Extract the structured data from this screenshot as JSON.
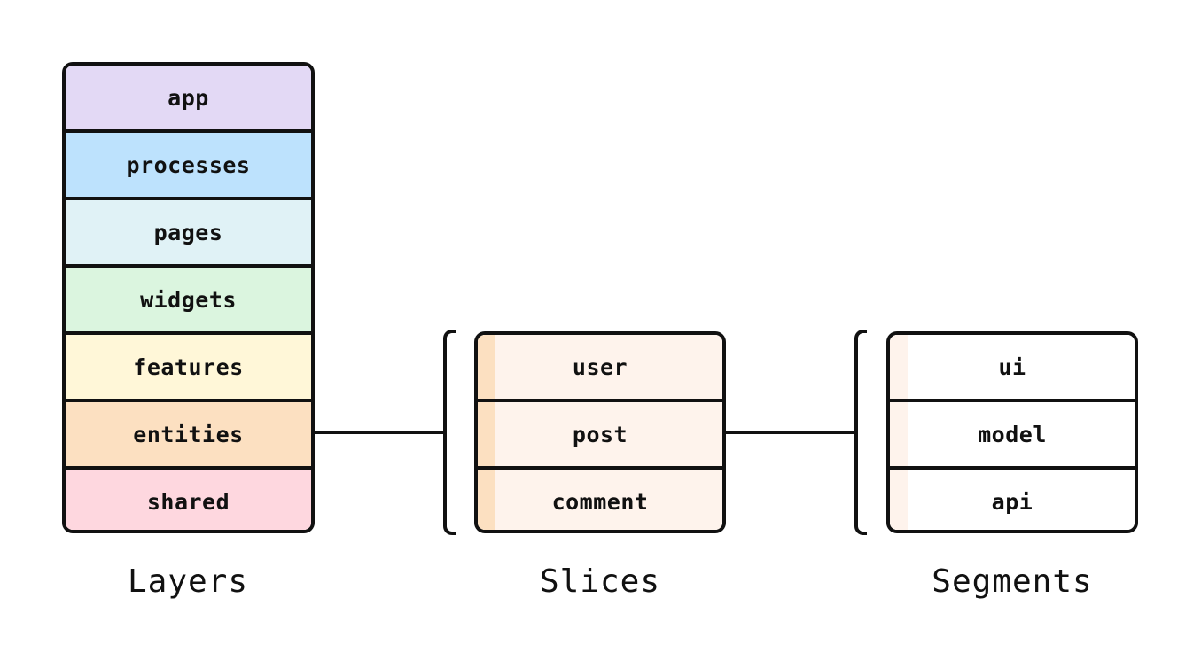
{
  "layers": {
    "caption": "Layers",
    "items": [
      {
        "label": "app",
        "color": "#E3D9F5"
      },
      {
        "label": "processes",
        "color": "#BDE2FD"
      },
      {
        "label": "pages",
        "color": "#E0F2F6"
      },
      {
        "label": "widgets",
        "color": "#DBF5DF"
      },
      {
        "label": "features",
        "color": "#FFF7D8"
      },
      {
        "label": "entities",
        "color": "#FCE0C1"
      },
      {
        "label": "shared",
        "color": "#FED7DF"
      }
    ]
  },
  "slices": {
    "caption": "Slices",
    "fill_color": "#FEF3EC",
    "stripe_color": "#FCE0C1",
    "items": [
      {
        "label": "user"
      },
      {
        "label": "post"
      },
      {
        "label": "comment"
      }
    ]
  },
  "segments": {
    "caption": "Segments",
    "fill_color": "#FFFFFF",
    "stripe_color": "#FEF3EC",
    "items": [
      {
        "label": "ui"
      },
      {
        "label": "model"
      },
      {
        "label": "api"
      }
    ]
  }
}
